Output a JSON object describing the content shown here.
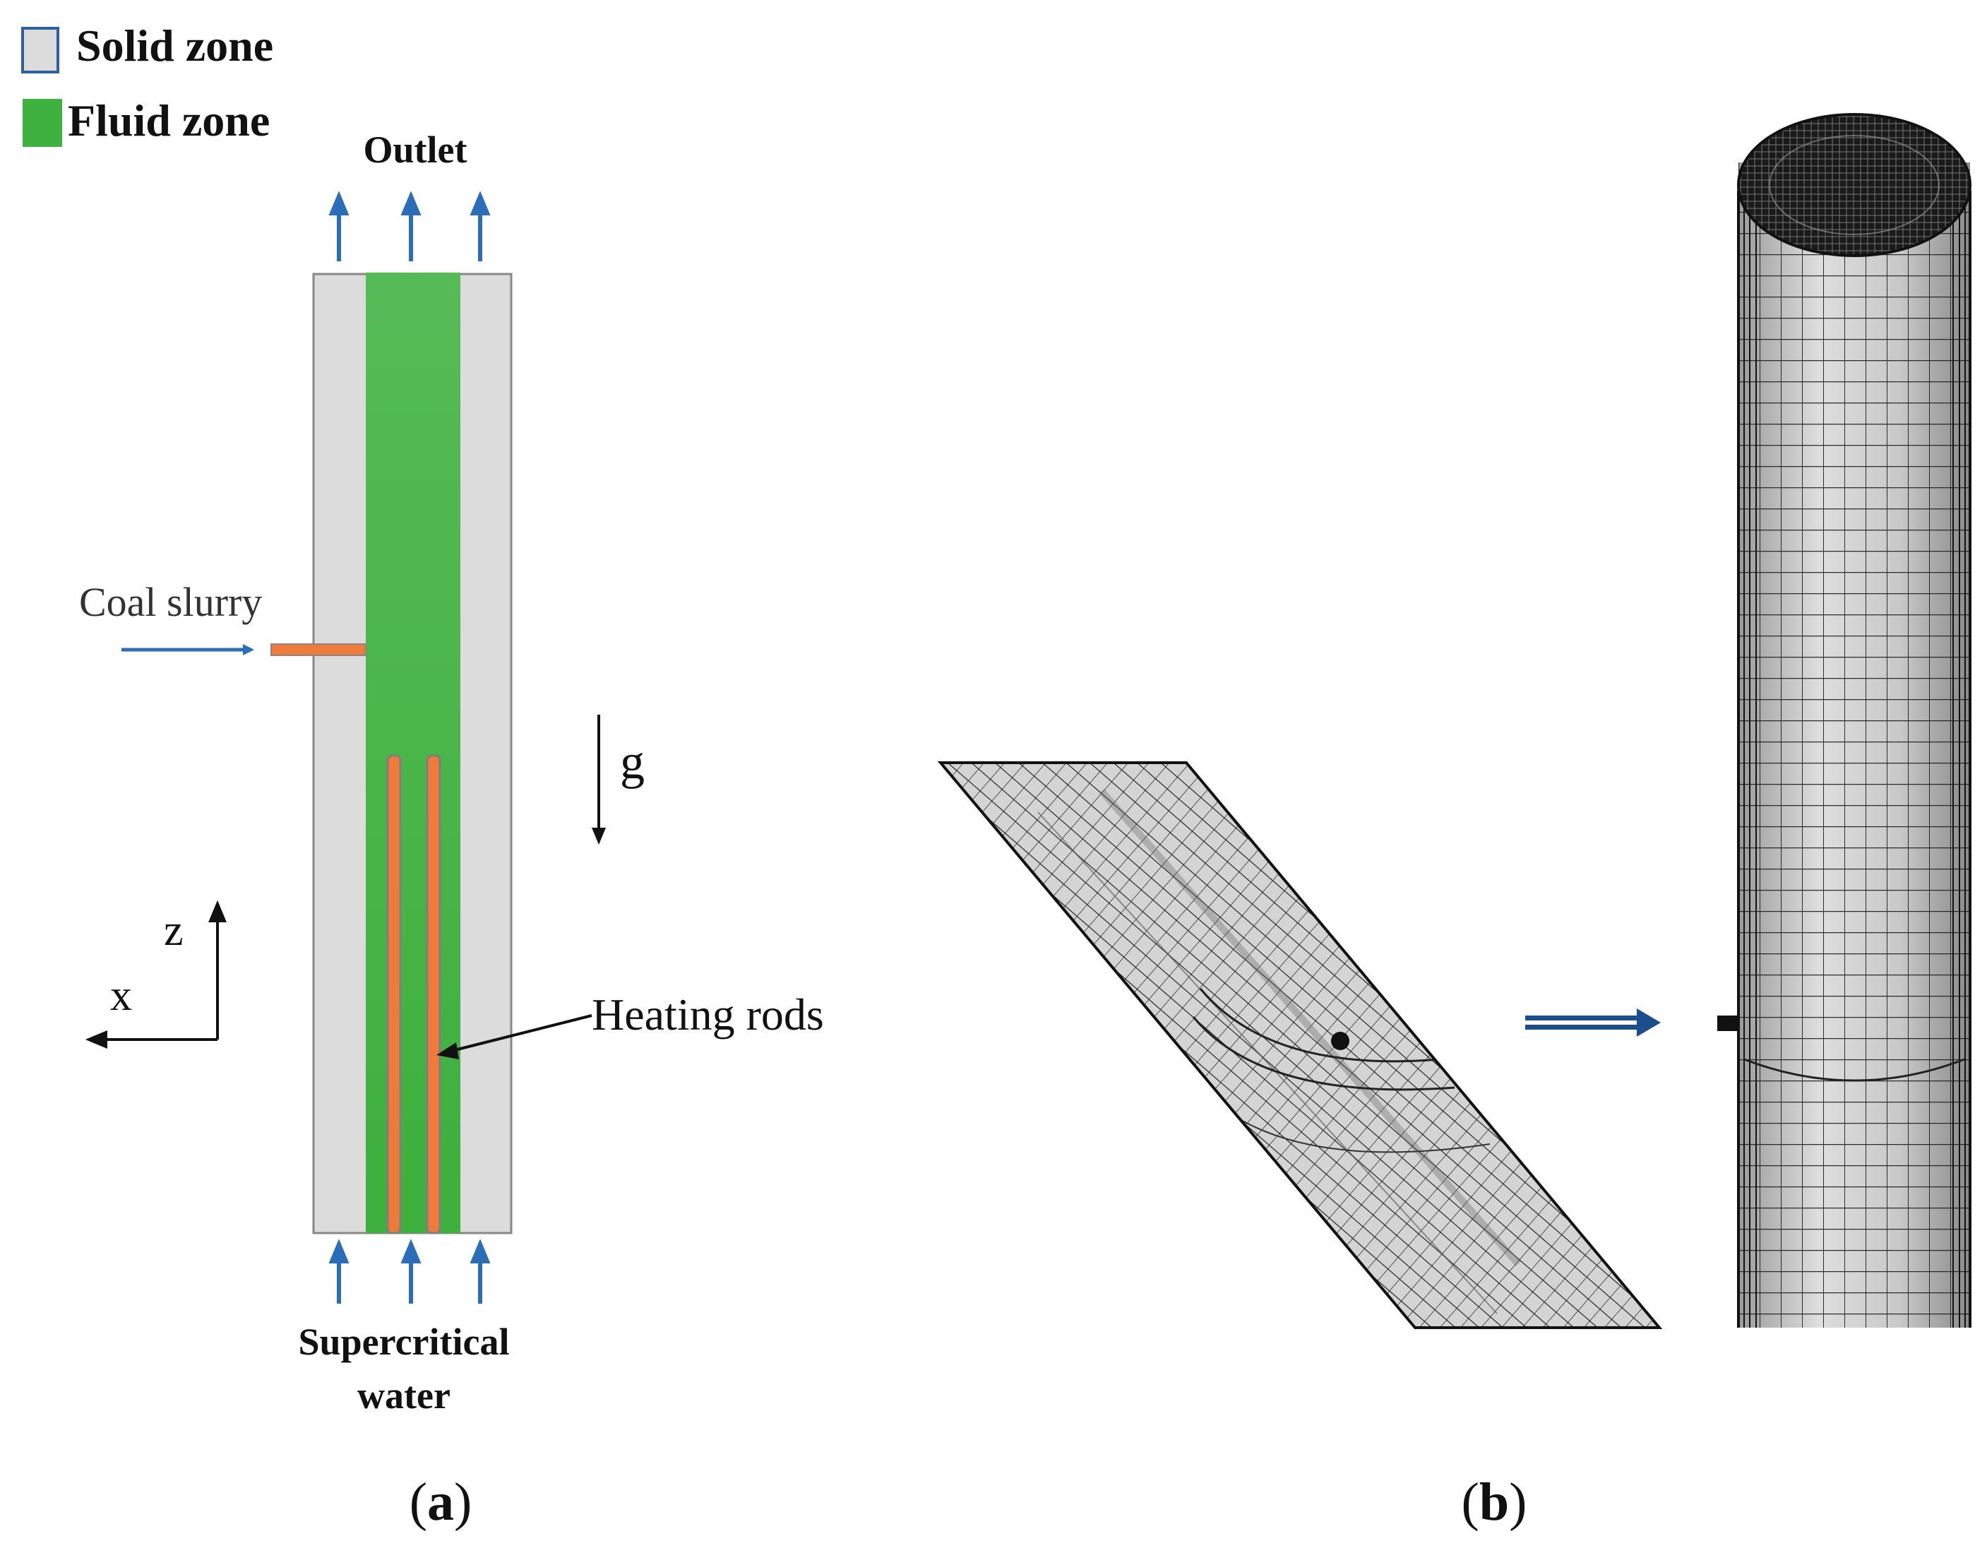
{
  "legend": {
    "solid_label": "Solid zone",
    "fluid_label": "Fluid zone"
  },
  "labels": {
    "outlet": "Outlet",
    "coal_slurry": "Coal slurry",
    "gravity": "g",
    "axis_z": "z",
    "axis_x": "x",
    "heating_rods": "Heating rods",
    "inlet_line1": "Supercritical",
    "inlet_line2": "water"
  },
  "captions": {
    "a_open": "(",
    "a_letter": "a",
    "a_close": ")",
    "b_open": "(",
    "b_letter": "b",
    "b_close": ")"
  },
  "colors": {
    "solid_fill": "#dcdcdc",
    "solid_border": "#2e5fa0",
    "fluid_fill": "#3fb13f",
    "rod_fill": "#f07a3a",
    "arrow_blue": "#2a6db8",
    "arrow_dark_blue": "#1c4d8c",
    "mesh_fill": "#d8d8d8",
    "mesh_line": "#1a1a1a"
  }
}
